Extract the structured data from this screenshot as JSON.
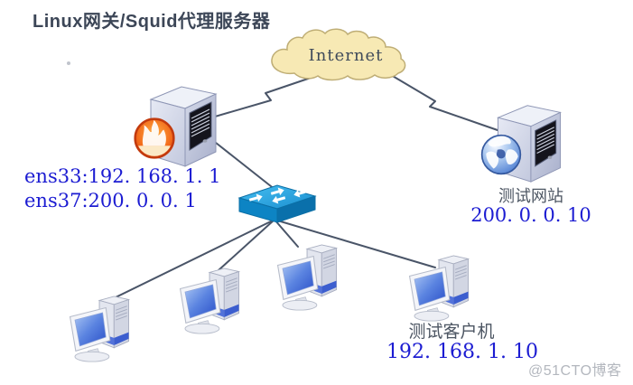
{
  "title": "Linux网关/Squid代理服务器",
  "cloud": {
    "label": "Internet"
  },
  "gateway": {
    "interface1": "ens33:192. 168. 1. 1",
    "interface2": "ens37:200. 0. 0. 1"
  },
  "website": {
    "name": "测试网站",
    "ip": "200. 0. 0. 10"
  },
  "clients": {
    "name": "测试客户机",
    "ip": "192. 168. 1. 10",
    "count": 4
  },
  "watermark": "@51CTO博客",
  "icons": {
    "internet_cloud": "cloud",
    "gateway_server": "server-tower",
    "firewall_badge": "flame-circle",
    "web_server": "server-tower",
    "website_badge": "globe-circle",
    "lan_switch": "switch-3d",
    "client_computer": "desktop-pc"
  },
  "colors": {
    "ip_text": "#1c1cd2",
    "connector_line": "#4a5568",
    "cloud_fill": "#f7e9b4",
    "cloud_border": "#bfae76",
    "switch_blue": "#1b8fd0",
    "title_text": "#3c4657",
    "label_text": "#4d5663",
    "watermark_text": "#b3b7be"
  }
}
